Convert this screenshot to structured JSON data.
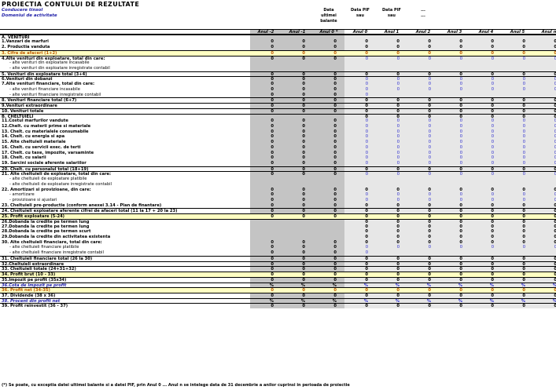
{
  "header": {
    "title": "PROIECTIA CONTULUI DE REZULTATE",
    "sub1": "Conducere tinsol",
    "sub2": "Domeniul de activitate",
    "col_groups": [
      {
        "l1": "Data",
        "l2": "ultimei",
        "l3": "balante"
      },
      {
        "l1": "",
        "l2": "Data PIF",
        "l3": "sau"
      },
      {
        "l1": "",
        "l2": "Data PIF",
        "l3": "sau"
      },
      {
        "l1": "...",
        "l2": "...",
        "l3": ""
      }
    ],
    "years": [
      "Anul -2",
      "Anul -1",
      "Anul 0 *",
      "Anul 0",
      "Anul 1",
      "Anul 2",
      "Anul 3",
      "Anul 4",
      "Anul 5",
      "Anul n"
    ]
  },
  "rows": [
    {
      "label": "A. VENITURI",
      "s": "h"
    },
    {
      "label": "1.Vanzari de marfuri",
      "v": "k"
    },
    {
      "label": "2. Productia vanduta",
      "v": "k"
    },
    {
      "label": "3. Cifra de afaceri (1+2)",
      "v": "o",
      "s": "y"
    },
    {
      "label": "4.Alte venituri din exploatare, total din care:",
      "v": "b",
      "s": "bt"
    },
    {
      "label": "- alte venituri din exploatare incasabile",
      "v": "-",
      "s": "i2"
    },
    {
      "label": "- alte venituri din exploatare inregistrate contabil",
      "v": "-",
      "s": "i2"
    },
    {
      "label": "5. Venituri din exploatare total (3+4)",
      "v": "k",
      "s": "bt"
    },
    {
      "label": "6.Venituri din dobanzi",
      "v": "b",
      "s": "bt"
    },
    {
      "label": "7.Alte venituri financiare, total din care:",
      "v": "b"
    },
    {
      "label": "- alte venituri financiare incasabile",
      "v": "b",
      "s": "i2"
    },
    {
      "label": "- alte venituri financiare inregistrate contabil",
      "v": "bg",
      "s": "i2"
    },
    {
      "label": "8. Venituri financiare total (6+7)",
      "v": "k",
      "s": "bt"
    },
    {
      "label": "9.Venituri extraordinare",
      "v": "k",
      "s": "bt"
    },
    {
      "label": "10. Venituri totale",
      "v": "k",
      "s": "bt"
    },
    {
      "label": "B. CHELTUIELI",
      "v": "kr",
      "s": "bt"
    },
    {
      "label": "11.Costul marfurilor vandute",
      "v": "kb"
    },
    {
      "label": "12.Chelt. cu materii prime si materiale",
      "v": "kb"
    },
    {
      "label": "13. Chelt. cu materialele consumabile",
      "v": "kb"
    },
    {
      "label": "14. Chelt. cu energia si apa",
      "v": "kb"
    },
    {
      "label": "15. Alte cheltuieli materiale",
      "v": "kb"
    },
    {
      "label": "16. Chelt. cu servicii exec. de terti",
      "v": "kb"
    },
    {
      "label": "17. Chelt. cu taxe, impozite, varsaminte",
      "v": "kb"
    },
    {
      "label": "18. Chelt. cu salarii",
      "v": "kb"
    },
    {
      "label": "19. Sarcini sociale aferente salariilor",
      "v": "kb"
    },
    {
      "label": "20. Chelt. cu personalul total (18+19)",
      "v": "k",
      "s": "bt"
    },
    {
      "label": "21. Alte cheltuieli de exploatare, total din care:",
      "v": "kb",
      "s": "bt"
    },
    {
      "label": "- alte cheltuieli de exploatare platibile",
      "v": "-",
      "s": "i2"
    },
    {
      "label": "- alte cheltuieli de exploatare inregistrate contabil",
      "v": "-",
      "s": "i2"
    },
    {
      "label": "22. Amortizari si provizioane, din care:",
      "v": "k"
    },
    {
      "label": "- amortizare",
      "v": "b",
      "s": "i2"
    },
    {
      "label": "- provizioane si ajustari",
      "v": "b",
      "s": "i2"
    },
    {
      "label": "23. Cheltuieli pre-productie (conform anexei 3.14 - Plan de finantare)",
      "v": "kl"
    },
    {
      "label": "24. Cheltuieli exploatare aferente cifrei de afaceri total (11 la 17 + 20 la 23)",
      "v": "k",
      "s": "bt"
    },
    {
      "label": "25. Profit exploatare (5-24)",
      "v": "k",
      "s": "y"
    },
    {
      "label": "26.Dobanda la credite pe termen lung",
      "v": "kr",
      "s": "bt"
    },
    {
      "label": "27.Dobanda la credite pe termen lung",
      "v": "kr"
    },
    {
      "label": "28.Dobanda la credite pe termen scurt",
      "v": "kr"
    },
    {
      "label": "29.Dobanda la credite din activitatea existenta",
      "v": "kr"
    },
    {
      "label": "30. Alte cheltuieli financiare, total din care:",
      "v": "k"
    },
    {
      "label": "- alte cheltuieli financiare platibile",
      "v": "b",
      "s": "i2"
    },
    {
      "label": "- alte cheltuieli financiare inregistrate contabil",
      "v": "bg",
      "s": "i2"
    },
    {
      "label": "31. Cheltuieli financiare total (26 la 30)",
      "v": "k",
      "s": "bt"
    },
    {
      "label": "32.Cheltuieli extraordinare",
      "v": "k",
      "s": "bt"
    },
    {
      "label": "33. Cheltuieli totale (24+31+32)",
      "v": "k",
      "s": "bt"
    },
    {
      "label": "34. Profit brut (10 - 33)",
      "v": "k",
      "s": "y"
    },
    {
      "label": "35.Impozit pe profit (35x34)",
      "v": "k",
      "s": "bt"
    },
    {
      "label": "36.Cota de impozit pe profit",
      "v": "pct",
      "s": "bl"
    },
    {
      "label": "36. Profit net (34-35)",
      "v": "o",
      "s": "yo"
    },
    {
      "label": "37. Dividende (38 x 36)",
      "v": "k",
      "s": "bt"
    },
    {
      "label": "38. Procent din profit net",
      "v": "pct",
      "s": "bl"
    },
    {
      "label": "39. Profit reinvestit (36 - 37)",
      "v": "k",
      "s": "bt"
    }
  ],
  "values": {
    "zero": "0",
    "pct": "%"
  },
  "footnote": "(*) Se poate, cu exceptia datei ultimei balante si a datei PIF, prin Anul 0 ... Anul n se intelege data de 31 decembrie a anilor cuprinsi in perioada de proiectie"
}
